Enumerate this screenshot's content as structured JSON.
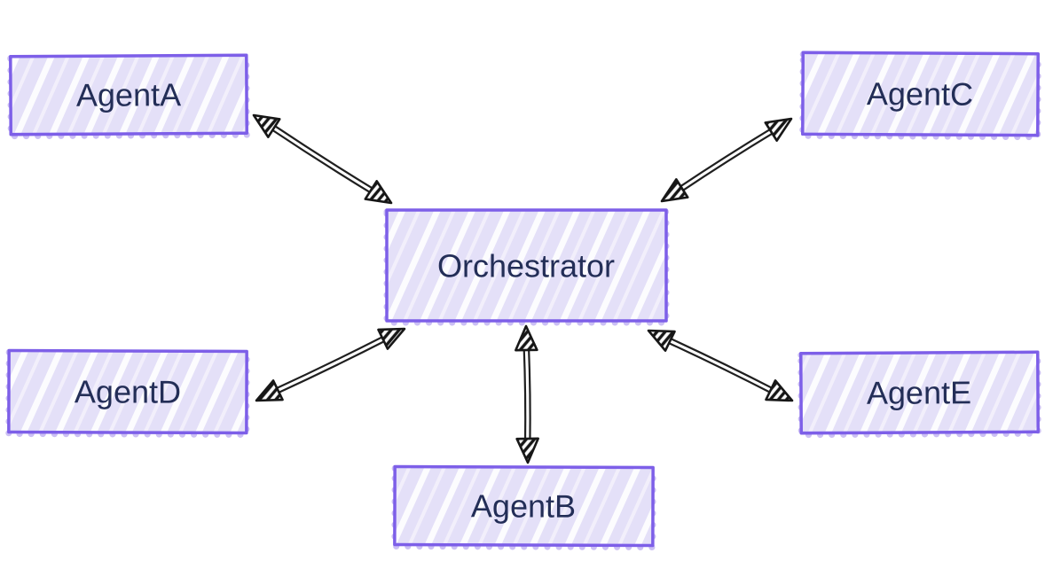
{
  "diagram": {
    "type": "node-edge-diagram",
    "style": "hand-drawn sketch",
    "background": "#ffffff",
    "nodes": [
      {
        "id": "orchestrator",
        "label": "Orchestrator"
      },
      {
        "id": "agent-a",
        "label": "AgentA"
      },
      {
        "id": "agent-b",
        "label": "AgentB"
      },
      {
        "id": "agent-c",
        "label": "AgentC"
      },
      {
        "id": "agent-d",
        "label": "AgentD"
      },
      {
        "id": "agent-e",
        "label": "AgentE"
      }
    ],
    "edges": [
      {
        "from": "AgentA",
        "to": "Orchestrator",
        "direction": "bidirectional"
      },
      {
        "from": "AgentC",
        "to": "Orchestrator",
        "direction": "bidirectional"
      },
      {
        "from": "AgentD",
        "to": "Orchestrator",
        "direction": "bidirectional"
      },
      {
        "from": "AgentE",
        "to": "Orchestrator",
        "direction": "bidirectional"
      },
      {
        "from": "AgentB",
        "to": "Orchestrator",
        "direction": "bidirectional"
      }
    ],
    "colors": {
      "box_border": "#7d5fe8",
      "box_fill": "#e4e0f8",
      "box_hatch": "#ffffff",
      "box_shadow_dots": "#c3b5f2",
      "label_text": "#232e57",
      "arrow_ink": "#1f1f1f"
    }
  }
}
